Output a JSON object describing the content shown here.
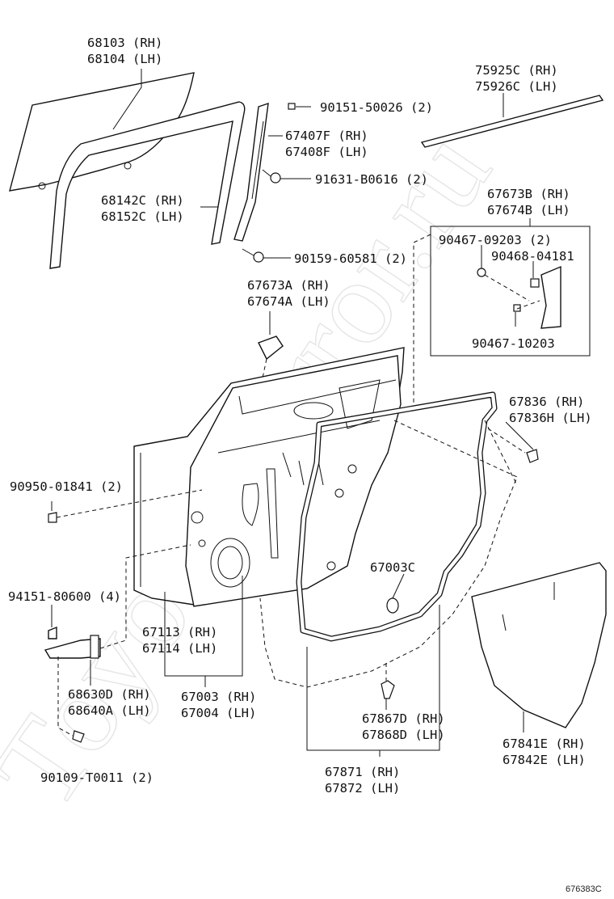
{
  "diagram_id": "676383C",
  "watermark": "ToyotaMirror.ru",
  "callouts": {
    "glass": [
      "68103 (RH)",
      "68104 (LH)"
    ],
    "moulding": [
      "75925C (RH)",
      "75926C (LH)"
    ],
    "screw_90151": "90151-50026 (2)",
    "frame": [
      "67407F (RH)",
      "67408F (LH)"
    ],
    "nut_91631": "91631-B0616 (2)",
    "run_channel": [
      "68142C (RH)",
      "68152C (LH)"
    ],
    "bracket_set": [
      "67673B (RH)",
      "67674B (LH)"
    ],
    "bolt_90467_09203": "90467-09203 (2)",
    "clip_90468": "90468-04181",
    "bolt_90159": "90159-60581 (2)",
    "garnish": [
      "67673A (RH)",
      "67674A (LH)"
    ],
    "bolt_90467_10203": "90467-10203",
    "cushion": [
      "67836 (RH)",
      "67836H (LH)"
    ],
    "bolt_90950": "90950-01841 (2)",
    "plug": "67003C",
    "bolt_94151": "94151-80600 (4)",
    "door_panel": [
      "67113 (RH)",
      "67114 (LH)"
    ],
    "door_assy": [
      "67003 (RH)",
      "67004 (LH)"
    ],
    "hinge": [
      "68630D (RH)",
      "68640A (LH)"
    ],
    "clip_67867": [
      "67867D (RH)",
      "67868D (LH)"
    ],
    "film": [
      "67841E (RH)",
      "67842E (LH)"
    ],
    "bolt_90109": "90109-T0011 (2)",
    "weatherstrip": [
      "67871 (RH)",
      "67872 (LH)"
    ]
  },
  "colors": {
    "line": "#111111",
    "background": "#ffffff",
    "watermark": "#e6e6e6"
  }
}
